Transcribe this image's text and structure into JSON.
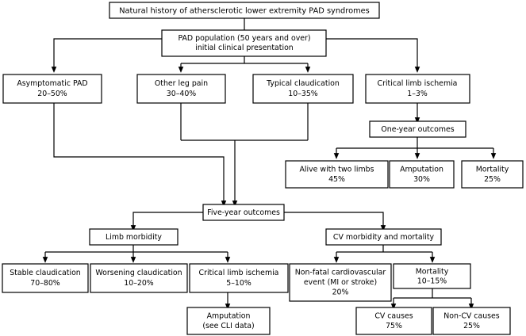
{
  "diagram": {
    "title": "Natural history of athersclerotic lower extremity PAD syndromes",
    "colors": {
      "background": "#ffffff",
      "stroke": "#000000",
      "text": "#000000"
    },
    "nodes": {
      "title": {
        "line1": "Natural history of athersclerotic lower extremity PAD syndromes"
      },
      "pad_population": {
        "line1": "PAD population (50 years and over)",
        "line2": "initial clinical presentation"
      },
      "asymptomatic_pad": {
        "line1": "Asymptomatic PAD",
        "line2": "20–50%"
      },
      "other_leg_pain": {
        "line1": "Other leg pain",
        "line2": "30–40%"
      },
      "typical_claudication": {
        "line1": "Typical claudication",
        "line2": "10–35%"
      },
      "critical_limb_ischemia_top": {
        "line1": "Critical limb ischemia",
        "line2": "1–3%"
      },
      "one_year_outcomes": {
        "line1": "One-year outcomes"
      },
      "alive_two_limbs": {
        "line1": "Alive with two limbs",
        "line2": "45%"
      },
      "amputation_1y": {
        "line1": "Amputation",
        "line2": "30%"
      },
      "mortality_1y": {
        "line1": "Mortality",
        "line2": "25%"
      },
      "five_year_outcomes": {
        "line1": "Five-year outcomes"
      },
      "limb_morbidity": {
        "line1": "Limb morbidity"
      },
      "cv_morbidity_mortality": {
        "line1": "CV morbidity and mortality"
      },
      "stable_claudication": {
        "line1": "Stable claudication",
        "line2": "70–80%"
      },
      "worsening_claudication": {
        "line1": "Worsening claudication",
        "line2": "10–20%"
      },
      "critical_limb_ischemia_5y": {
        "line1": "Critical limb ischemia",
        "line2": "5–10%"
      },
      "amputation_cli": {
        "line1": "Amputation",
        "line2": "(see CLI data)"
      },
      "non_fatal_cv_event": {
        "line1": "Non-fatal cardiovascular",
        "line2": "event (MI or stroke)",
        "line3": "20%"
      },
      "mortality_5y": {
        "line1": "Mortality",
        "line2": "10–15%"
      },
      "cv_causes": {
        "line1": "CV causes",
        "line2": "75%"
      },
      "non_cv_causes": {
        "line1": "Non-CV causes",
        "line2": "25%"
      }
    }
  }
}
